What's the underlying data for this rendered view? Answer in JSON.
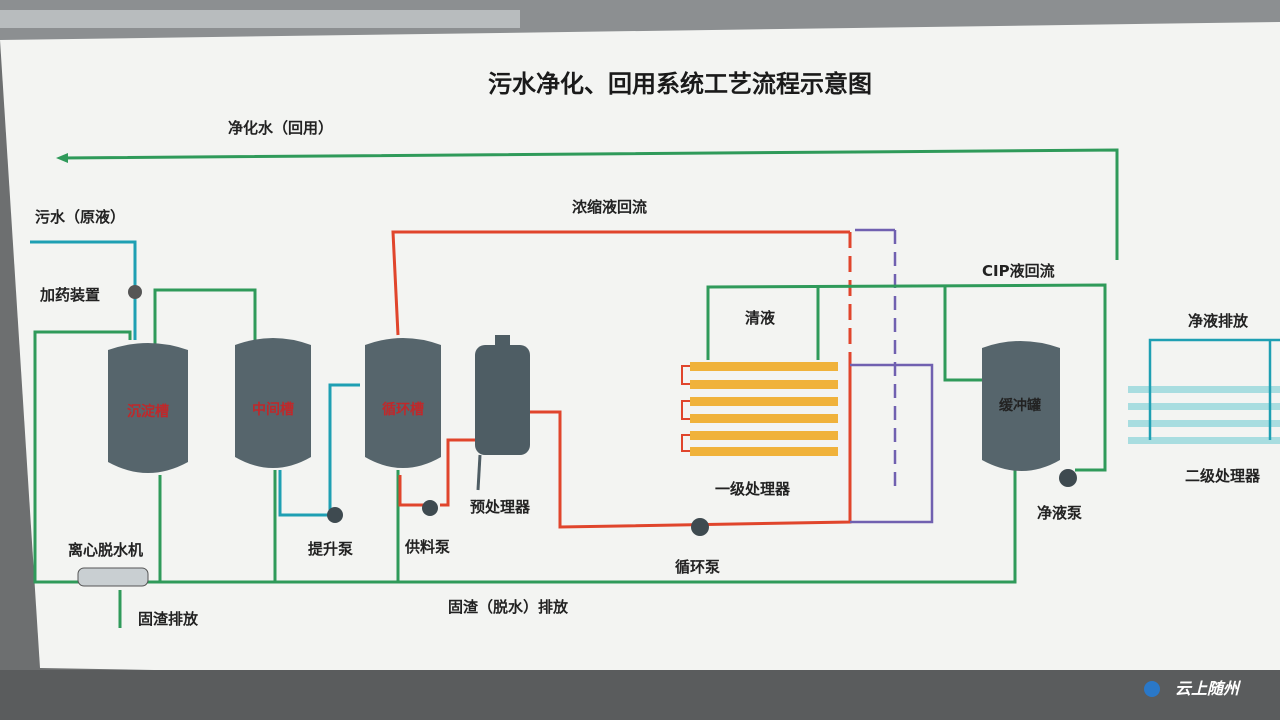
{
  "title": "污水净化、回用系统工艺流程示意图",
  "labels": {
    "purified_water": "净化水（回用）",
    "sewage": "污水（原液）",
    "dosing": "加药装置",
    "concentrate_return": "浓缩液回流",
    "cip_return": "CIP液回流",
    "clear_liquid": "清液",
    "clean_discharge": "净液排放",
    "primary_processor": "一级处理器",
    "secondary_processor": "二级处理器",
    "pretreatment": "预处理器",
    "lift_pump": "提升泵",
    "feed_pump": "供料泵",
    "circulation_pump": "循环泵",
    "clean_pump": "净液泵",
    "centrifuge": "离心脱水机",
    "solid_discharge": "固渣排放",
    "solid_dewater_discharge": "固渣（脱水）排放"
  },
  "tanks": [
    "沉淀槽",
    "中间槽",
    "循环槽",
    "缓冲罐"
  ],
  "watermark": "云上随州",
  "colors": {
    "green": "#2f9a5a",
    "red": "#e0452c",
    "blue": "#1e9fb3",
    "purple": "#7060b0"
  }
}
